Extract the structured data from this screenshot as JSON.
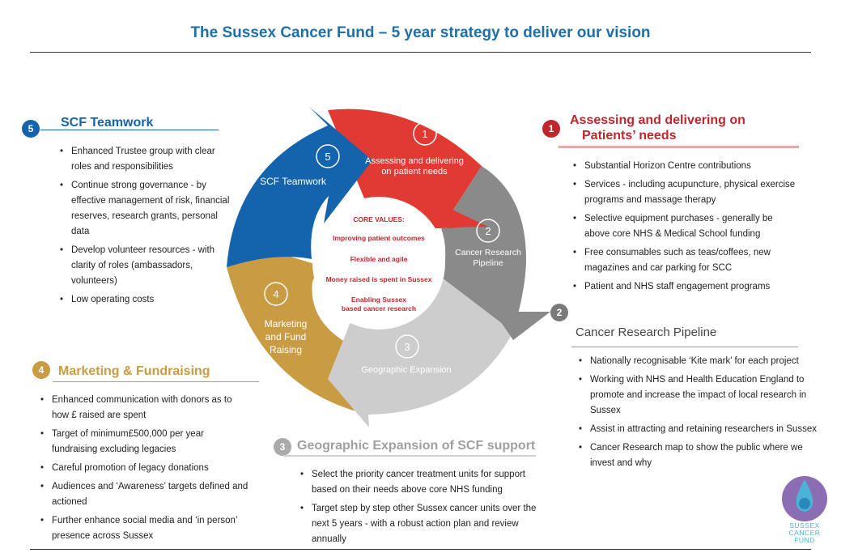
{
  "title": "The Sussex Cancer Fund – 5 year strategy to deliver our vision",
  "colors": {
    "red": "#e03a33",
    "grey": "#8a8a8a",
    "lightgrey": "#cdcdcd",
    "gold": "#c99b43",
    "blue": "#1363ad",
    "title_blue": "#1f6fa8"
  },
  "cycle": {
    "segments": [
      {
        "number": "1",
        "label_lines": [
          "Assessing and delivering",
          "on patient needs"
        ]
      },
      {
        "number": "2",
        "label_lines": [
          "Cancer Research",
          "Pipeline"
        ]
      },
      {
        "number": "3",
        "label_lines": [
          "Geographic  Expansion"
        ]
      },
      {
        "number": "4",
        "label_lines": [
          "Marketing",
          "and Fund",
          "Raising"
        ]
      },
      {
        "number": "5",
        "label_lines": [
          "SCF Teamwork"
        ]
      }
    ],
    "core_values": {
      "heading": "CORE VALUES:",
      "items": [
        {
          "lines": [
            "Improving patient outcomes"
          ]
        },
        {
          "lines": [
            "Flexible and agile"
          ]
        },
        {
          "lines": [
            "Money raised is spent in Sussex"
          ]
        },
        {
          "lines": [
            "Enabling Sussex",
            "based cancer research"
          ]
        }
      ]
    }
  },
  "sections": {
    "s1": {
      "number": "1",
      "title_lines": [
        "Assessing and delivering on",
        "Patients’ needs"
      ],
      "items": [
        "Substantial Horizon Centre contributions",
        " Services   - including acupuncture, physical exercise programs and massage therapy",
        "Selective equipment purchases - generally be above core NHS & Medical School funding",
        "Free consumables such as teas/coffees, new magazines and car parking for SCC",
        "Patient and NHS staff engagement programs"
      ]
    },
    "s2": {
      "number": "2",
      "title": "Cancer Research Pipeline",
      "items": [
        "Nationally recognisable ‘Kite mark’ for each project",
        "Working with NHS and Health Education England to promote and increase the impact of local research in Sussex",
        "Assist in attracting and retaining researchers in Sussex",
        "Cancer Research map to show the public where we invest and why"
      ]
    },
    "s3": {
      "number": "3",
      "title": "Geographic Expansion of SCF support",
      "items": [
        "Select the priority cancer treatment units for support based on their needs above core NHS funding",
        "Target step by step other Sussex cancer units over the next 5 years  - with a robust action plan and review annually"
      ]
    },
    "s4": {
      "number": "4",
      "title": "Marketing & Fundraising",
      "items": [
        "Enhanced communication with donors as to how £ raised are spent",
        "Target of minimum£500,000 per year fundraising excluding legacies",
        "Careful promotion of legacy donations",
        "Audiences and ‘Awareness’ targets  defined and actioned",
        "Further enhance social media and ‘in person’ presence across Sussex"
      ]
    },
    "s5": {
      "number": "5",
      "title": "SCF Teamwork",
      "items": [
        "Enhanced Trustee group with clear roles and responsibilities",
        "Continue strong governance - by effective management of risk, financial reserves, research grants, personal data",
        "Develop volunteer resources - with clarity of roles (ambassadors, volunteers)",
        "Low operating costs"
      ]
    }
  },
  "logo": {
    "lines": [
      "SUSSEX",
      "CANCER",
      "FUND"
    ]
  }
}
